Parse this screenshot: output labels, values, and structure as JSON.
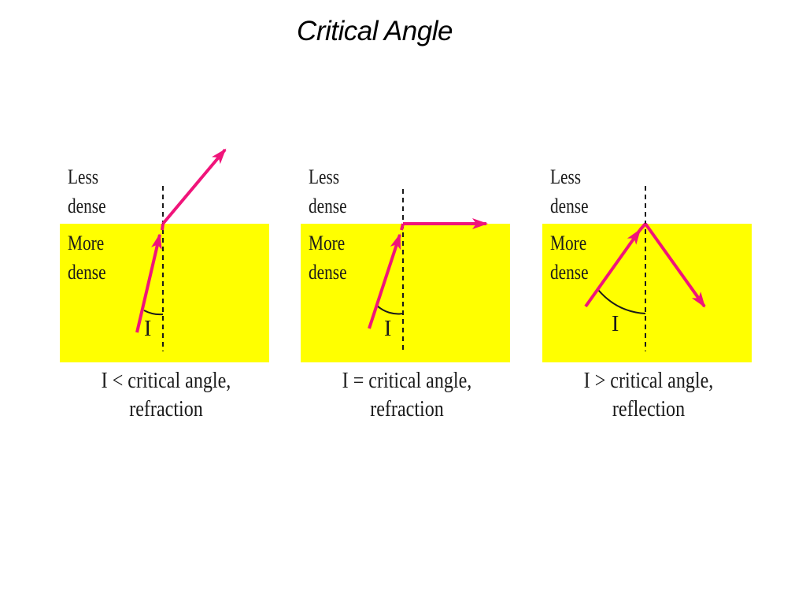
{
  "title": "Critical Angle",
  "colors": {
    "dense_medium": "#ffff00",
    "ray": "#f0147a",
    "normal": "#1a1a1a"
  },
  "panels": [
    {
      "less_dense_label": "Less\ndense",
      "more_dense_label": "More\ndense",
      "angle_label": "I",
      "caption_line1": "I < critical angle,",
      "caption_line2": "refraction"
    },
    {
      "less_dense_label": "Less\ndense",
      "more_dense_label": "More\ndense",
      "angle_label": "I",
      "caption_line1": "I = critical angle,",
      "caption_line2": "refraction"
    },
    {
      "less_dense_label": "Less\ndense",
      "more_dense_label": "More\ndense",
      "angle_label": "I",
      "caption_line1": "I > critical angle,",
      "caption_line2": "reflection"
    }
  ]
}
